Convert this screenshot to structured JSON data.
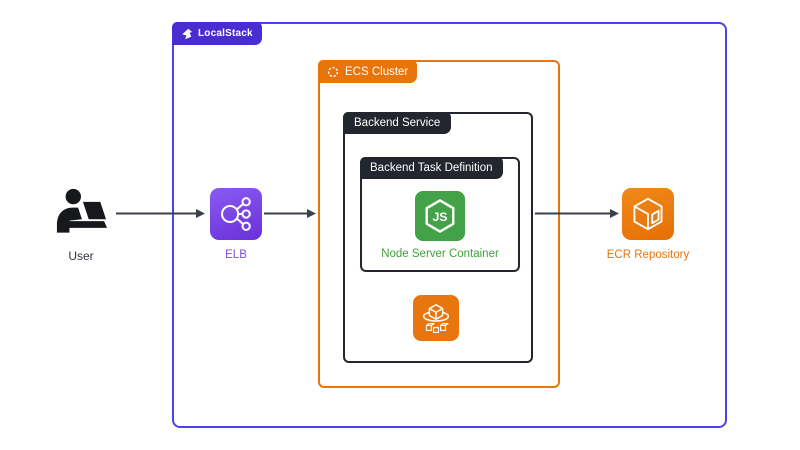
{
  "containers": {
    "localstack": {
      "label": "LocalStack"
    },
    "ecs_cluster": {
      "label": "ECS Cluster"
    },
    "backend_service": {
      "label": "Backend Service"
    },
    "backend_task_definition": {
      "label": "Backend Task Definition"
    }
  },
  "nodes": {
    "user": {
      "label": "User",
      "icon": "person-at-laptop-icon"
    },
    "elb": {
      "label": "ELB",
      "icon": "elastic-load-balancer-icon"
    },
    "node_container": {
      "label": "Node Server Container",
      "badge": "JS",
      "icon": "nodejs-icon"
    },
    "ecs_service": {
      "icon": "ecs-service-icon"
    },
    "ecr": {
      "label": "ECR Repository",
      "icon": "ecr-repository-icon"
    }
  },
  "connections": [
    {
      "from": "user",
      "to": "elb"
    },
    {
      "from": "elb",
      "to": "ecs_cluster"
    },
    {
      "from": "backend_service",
      "to": "ecr"
    }
  ],
  "colors": {
    "background": "#FFFFFF",
    "localstack_tab_purple": "#4A2DD1",
    "localstack_border_purple": "#4C42E8",
    "ecs_orange": "#E8750C",
    "dark_tab": "#23262F",
    "node_green": "#43A247",
    "node_label_green": "#3FA03C",
    "elb_label_purple": "#7B48EB",
    "ecr_label_orange": "#E8740E",
    "arrow_gray": "#3C4049"
  }
}
